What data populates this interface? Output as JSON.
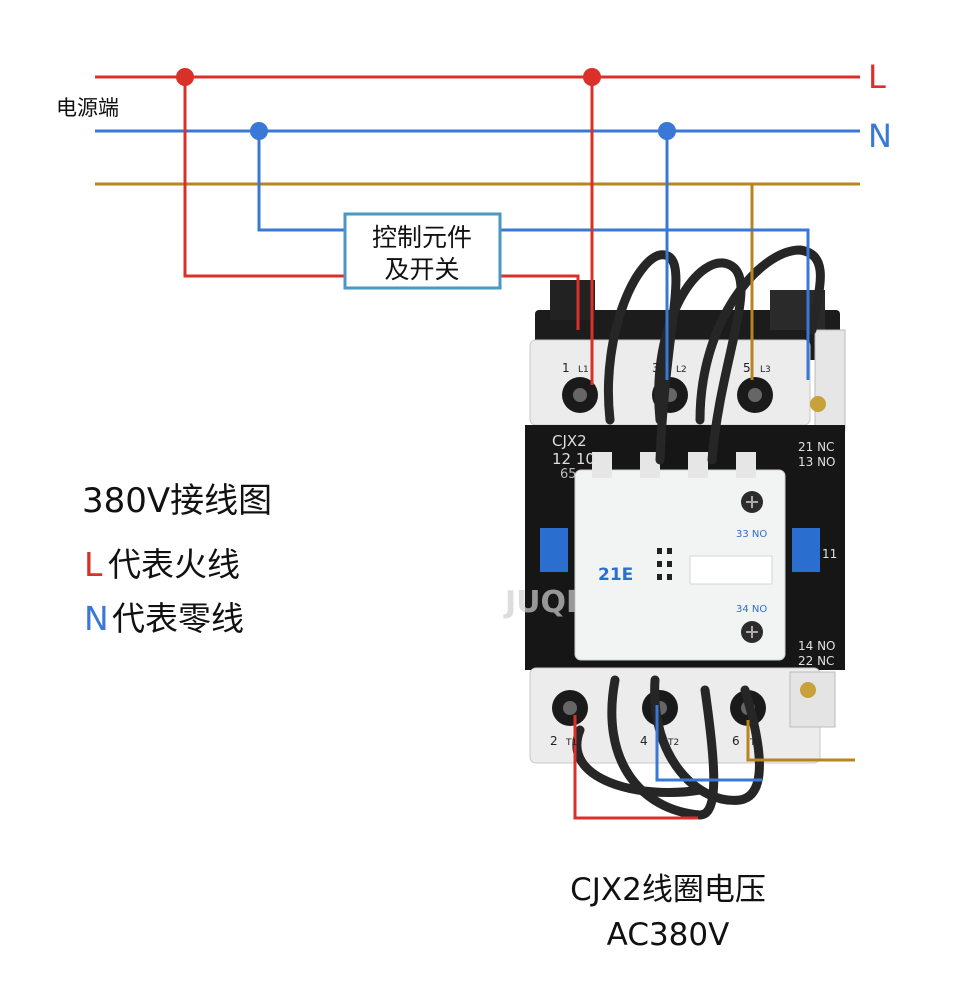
{
  "source_label": "电源端",
  "rails": {
    "L": {
      "label": "L",
      "color": "#d9302a"
    },
    "N": {
      "label": "N",
      "color": "#3a78d8"
    }
  },
  "third_wire_color": "#b8841f",
  "switch_box": {
    "line1": "控制元件",
    "line2": "及开关",
    "border_color": "#4a97c2"
  },
  "legend": {
    "title": "380V接线图",
    "l_key": "L",
    "l_text": "代表火线",
    "n_key": "N",
    "n_text": "代表零线"
  },
  "contactor": {
    "model_line1": "CJX2",
    "model_line2": "12 10",
    "model_line3": "65",
    "aux_top_1": "21 NC",
    "aux_top_2": "13 NO",
    "aux_bottom_1": "14 NO",
    "aux_bottom_2": "22 NC",
    "side_label": "11",
    "module_label": "21E",
    "module_top": "33 NO",
    "module_bottom": "34 NO",
    "watermark": "JUQI",
    "top_terminals": [
      {
        "num": "1",
        "tag": "L1"
      },
      {
        "num": "3",
        "tag": "L2"
      },
      {
        "num": "5",
        "tag": "L3"
      }
    ],
    "bottom_terminals": [
      {
        "num": "2",
        "tag": "T1"
      },
      {
        "num": "4",
        "tag": "T2"
      },
      {
        "num": "6",
        "tag": "T3"
      }
    ]
  },
  "caption": {
    "line1": "CJX2线圈电压",
    "line2": "AC380V"
  }
}
